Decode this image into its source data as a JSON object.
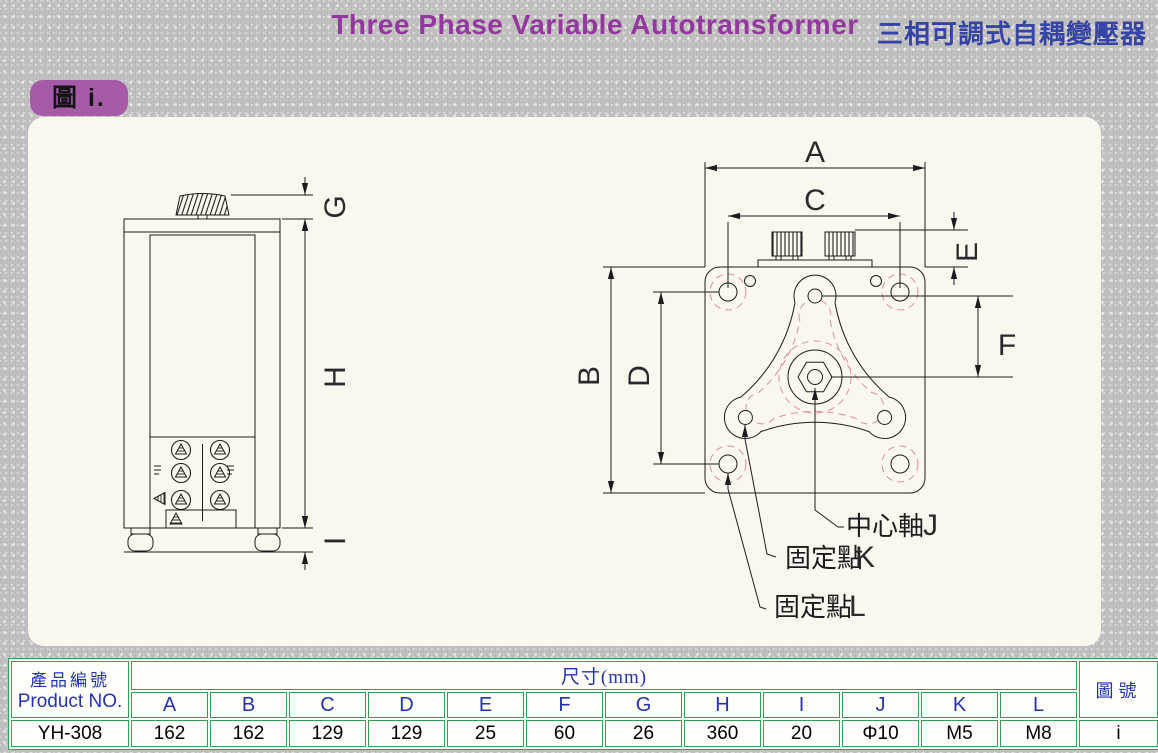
{
  "header": {
    "title_en": "Three Phase Variable Autotransformer",
    "title_zh": "三相可調式自耦變壓器"
  },
  "figure_badge": {
    "label": "圖 i."
  },
  "drawing": {
    "dims": {
      "a": "A",
      "b": "B",
      "c": "C",
      "d": "D",
      "e": "E",
      "f": "F",
      "g": "G",
      "h": "H",
      "i": "I"
    },
    "callouts": {
      "center_axis_label": "中心軸",
      "center_axis_letter": "J",
      "fixpoint_k_label": "固定點",
      "fixpoint_k_letter": "K",
      "fixpoint_l_label": "固定點",
      "fixpoint_l_letter": "L"
    }
  },
  "table": {
    "product_no_label_zh": "產品編號",
    "product_no_label_en": "Product NO.",
    "dimensions_header": "尺寸(mm)",
    "figure_no_label": "圖號",
    "columns": [
      "A",
      "B",
      "C",
      "D",
      "E",
      "F",
      "G",
      "H",
      "I",
      "J",
      "K",
      "L"
    ],
    "product_no": "YH-308",
    "values": [
      "162",
      "162",
      "129",
      "129",
      "25",
      "60",
      "26",
      "360",
      "20",
      "Φ10",
      "M5",
      "M8"
    ],
    "figure_no": "i"
  },
  "colors": {
    "title_en": "#93389e",
    "title_zh": "#3644a6",
    "badge_bg": "#a55ba8",
    "panel_bg": "#faf7ee",
    "table_border": "#2f9e57",
    "table_header_text": "#2233b2",
    "value_row_bg": "#f2ef9c",
    "hidden_line_pink": "#dd8fa2"
  }
}
